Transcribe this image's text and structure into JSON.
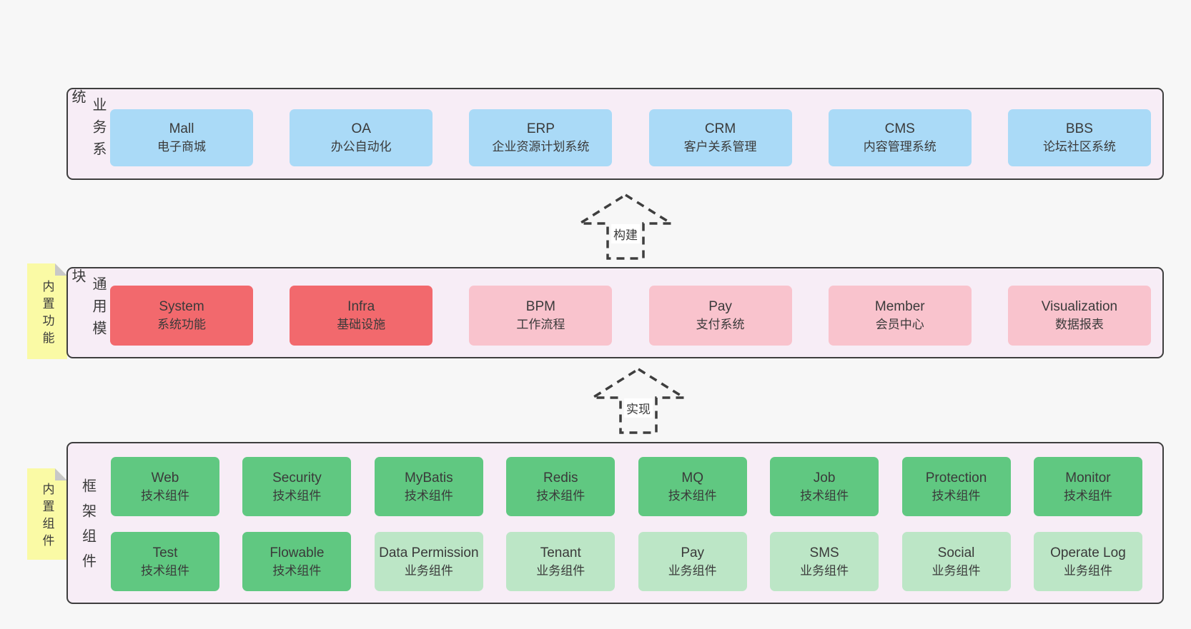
{
  "colors": {
    "page_background": "#f7f7f7",
    "container_fill": "#f7edf6",
    "container_border": "#3e3e3e",
    "blue": "#aadaf7",
    "red": "#f2696d",
    "pink": "#f9c3cd",
    "green": "#60c881",
    "lightgreen": "#bce6c6",
    "note_yellow": "#fafaa5",
    "note_fold": "#c8c8c8",
    "text": "#3a3a3a",
    "arrow": "#3e3e3e",
    "arrow_label_bg": "#ffffff"
  },
  "arrows": [
    {
      "label": "构建"
    },
    {
      "label": "实现"
    }
  ],
  "layers": [
    {
      "label": "业务系统",
      "rows": [
        [
          {
            "en": "Mall",
            "zh": "电子商城",
            "variant": "blue"
          },
          {
            "en": "OA",
            "zh": "办公自动化",
            "variant": "blue"
          },
          {
            "en": "ERP",
            "zh": "企业资源计划系统",
            "variant": "blue"
          },
          {
            "en": "CRM",
            "zh": "客户关系管理",
            "variant": "blue"
          },
          {
            "en": "CMS",
            "zh": "内容管理系统",
            "variant": "blue"
          },
          {
            "en": "BBS",
            "zh": "论坛社区系统",
            "variant": "blue"
          }
        ]
      ]
    },
    {
      "label": "通用模块",
      "note": "内置功能",
      "rows": [
        [
          {
            "en": "System",
            "zh": "系统功能",
            "variant": "red"
          },
          {
            "en": "Infra",
            "zh": "基础设施",
            "variant": "red"
          },
          {
            "en": "BPM",
            "zh": "工作流程",
            "variant": "pink"
          },
          {
            "en": "Pay",
            "zh": "支付系统",
            "variant": "pink"
          },
          {
            "en": "Member",
            "zh": "会员中心",
            "variant": "pink"
          },
          {
            "en": "Visualization",
            "zh": "数据报表",
            "variant": "pink"
          }
        ]
      ]
    },
    {
      "label": "框架组件",
      "note": "内置组件",
      "rows": [
        [
          {
            "en": "Web",
            "zh": "技术组件",
            "variant": "green"
          },
          {
            "en": "Security",
            "zh": "技术组件",
            "variant": "green"
          },
          {
            "en": "MyBatis",
            "zh": "技术组件",
            "variant": "green"
          },
          {
            "en": "Redis",
            "zh": "技术组件",
            "variant": "green"
          },
          {
            "en": "MQ",
            "zh": "技术组件",
            "variant": "green"
          },
          {
            "en": "Job",
            "zh": "技术组件",
            "variant": "green"
          },
          {
            "en": "Protection",
            "zh": "技术组件",
            "variant": "green"
          },
          {
            "en": "Monitor",
            "zh": "技术组件",
            "variant": "green"
          }
        ],
        [
          {
            "en": "Test",
            "zh": "技术组件",
            "variant": "green"
          },
          {
            "en": "Flowable",
            "zh": "技术组件",
            "variant": "green"
          },
          {
            "en": "Data Permission",
            "zh": "业务组件",
            "variant": "lightgreen"
          },
          {
            "en": "Tenant",
            "zh": "业务组件",
            "variant": "lightgreen"
          },
          {
            "en": "Pay",
            "zh": "业务组件",
            "variant": "lightgreen"
          },
          {
            "en": "SMS",
            "zh": "业务组件",
            "variant": "lightgreen"
          },
          {
            "en": "Social",
            "zh": "业务组件",
            "variant": "lightgreen"
          },
          {
            "en": "Operate Log",
            "zh": "业务组件",
            "variant": "lightgreen"
          }
        ]
      ]
    }
  ]
}
